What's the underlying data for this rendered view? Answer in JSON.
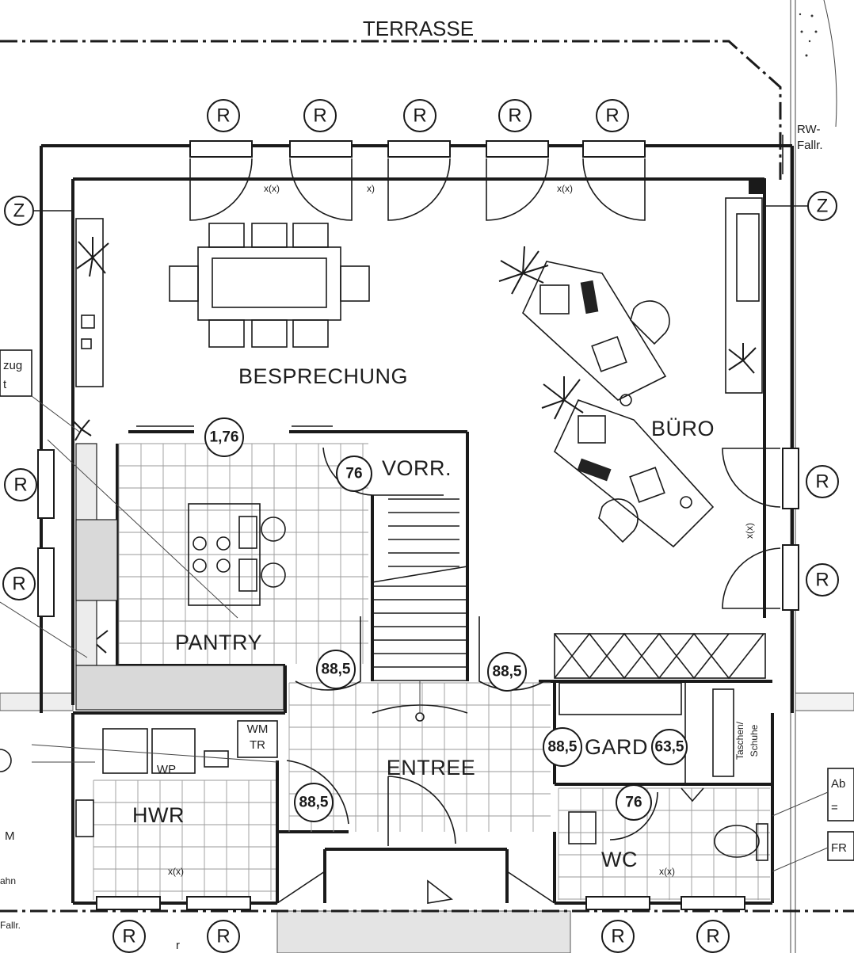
{
  "plan": {
    "terrace_label": "TERRASSE",
    "rooms": {
      "besprechung": "BESPRECHUNG",
      "buero": "BÜRO",
      "vorr": "VORR.",
      "pantry": "PANTRY",
      "entree": "ENTREE",
      "hwr": "HWR",
      "gard": "GARD",
      "wc": "WC"
    },
    "window_marker": "R",
    "z_marker": "Z",
    "door_widths": {
      "besprechung": "1,76",
      "vorr": "76",
      "pantry": "88,5",
      "entree_right": "88,5",
      "hwr": "88,5",
      "gard_left": "88,5",
      "gard_right": "63,5",
      "wc": "76"
    },
    "notes": {
      "rw_fallrohr": "RW-\nFallr.",
      "rw_line1": "RW-",
      "rw_line2": "Fallr.",
      "xx_1": "x(x)",
      "x_1": "x)",
      "xx_2": "x(x)",
      "xx_right": "x(x)",
      "xx_wc": "x(x)",
      "xx_hwr": "x(x)",
      "wm_line1": "WM",
      "wm_line2": "TR",
      "wp": "WP",
      "taschen": "Taschen/",
      "schuhe": "Schuhe",
      "left_zug": "zug",
      "left_t": "t",
      "left_m": "M",
      "left_hn": "ahn",
      "left_fallr": "Fallr.",
      "right_ab": "Ab",
      "right_eq": "=",
      "right_fr": "FR",
      "bottom_r_partial": "r"
    }
  }
}
